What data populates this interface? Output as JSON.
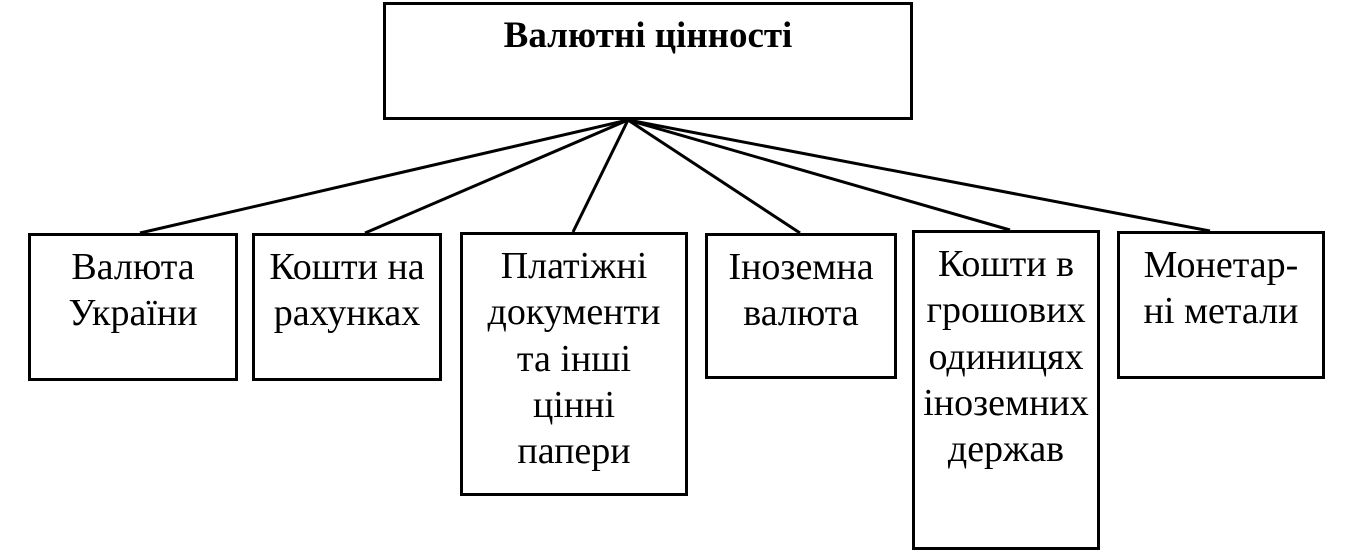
{
  "diagram": {
    "root": {
      "label": "Валютні цінності"
    },
    "children": [
      {
        "label": "Валюта\nУкраїни"
      },
      {
        "label": "Кошти на\nрахунках"
      },
      {
        "label": "Платіжні\nдокументи\nта інші\nцінні\nпапери"
      },
      {
        "label": "Іноземна\nвалюта"
      },
      {
        "label": "Кошти в\nгрошових\nодиницях\nіноземних\nдержав"
      },
      {
        "label": "Монетар-\nні метали"
      }
    ]
  }
}
